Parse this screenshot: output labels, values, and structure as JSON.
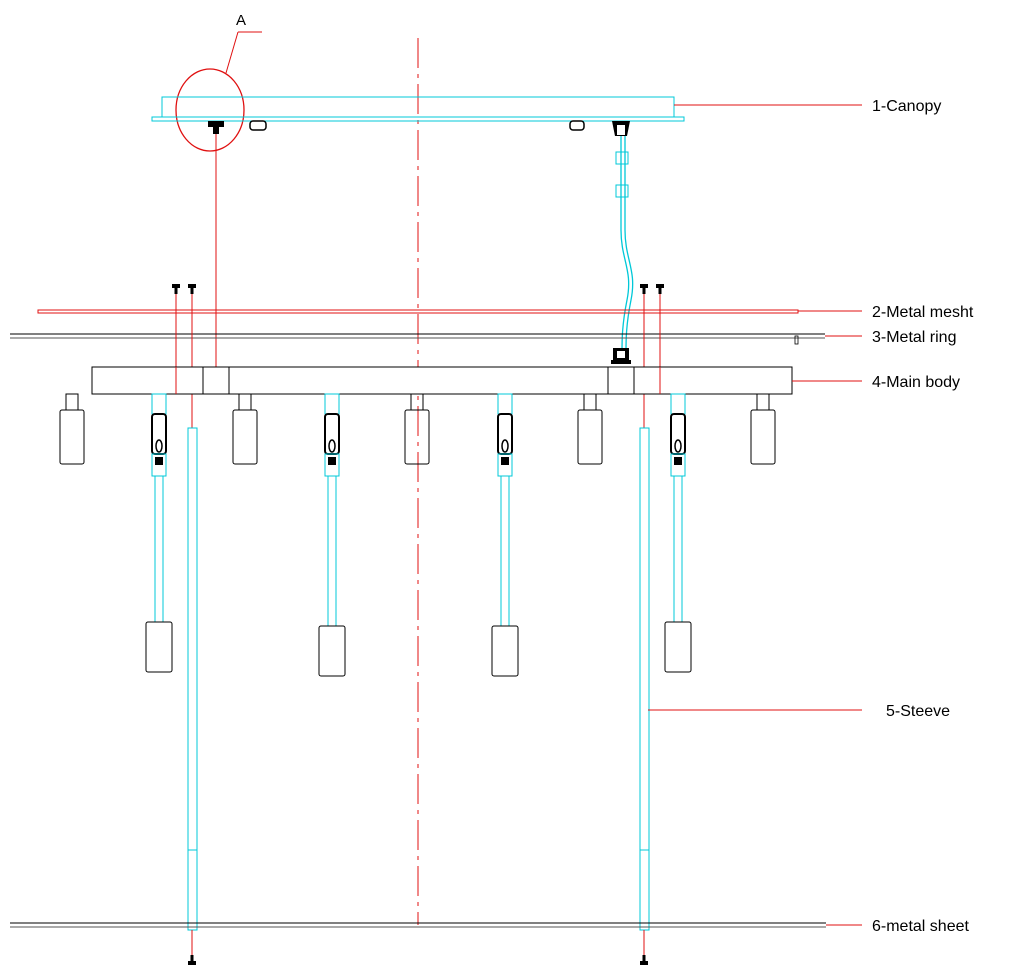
{
  "drawing": {
    "detail_marker": "A",
    "labels": [
      {
        "id": "canopy",
        "text": "1-Canopy"
      },
      {
        "id": "metal-mesh",
        "text": "2-Metal mesht"
      },
      {
        "id": "metal-ring",
        "text": "3-Metal ring"
      },
      {
        "id": "main-body",
        "text": "4-Main body"
      },
      {
        "id": "sleeve",
        "text": "5-Steeve"
      },
      {
        "id": "metal-sheet",
        "text": "6-metal sheet"
      }
    ]
  },
  "colors": {
    "cyan": "#00c8d8",
    "red": "#e01010",
    "black": "#000000",
    "gray": "#555555"
  }
}
